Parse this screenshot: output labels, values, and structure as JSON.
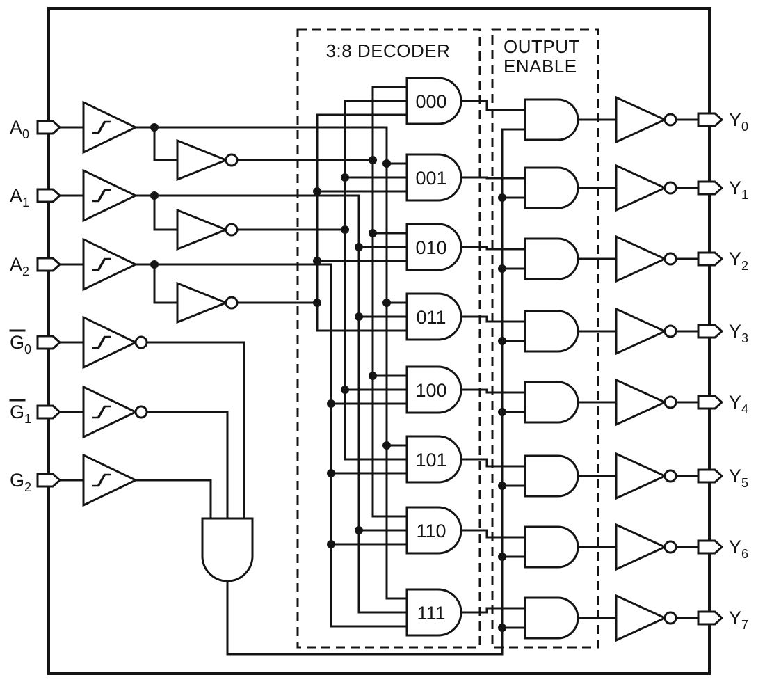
{
  "diagram": {
    "decoder_box_label": "3:8 DECODER",
    "output_enable_line1": "OUTPUT",
    "output_enable_line2": "ENABLE"
  },
  "inputs": [
    {
      "main": "A",
      "sub": "0",
      "overline": false
    },
    {
      "main": "A",
      "sub": "1",
      "overline": false
    },
    {
      "main": "A",
      "sub": "2",
      "overline": false
    },
    {
      "main": "G",
      "sub": "0",
      "overline": true
    },
    {
      "main": "G",
      "sub": "1",
      "overline": true
    },
    {
      "main": "G",
      "sub": "2",
      "overline": false
    }
  ],
  "decoder_gates": [
    {
      "code": "000"
    },
    {
      "code": "001"
    },
    {
      "code": "010"
    },
    {
      "code": "011"
    },
    {
      "code": "100"
    },
    {
      "code": "101"
    },
    {
      "code": "110"
    },
    {
      "code": "111"
    }
  ],
  "outputs": [
    {
      "main": "Y",
      "sub": "0"
    },
    {
      "main": "Y",
      "sub": "1"
    },
    {
      "main": "Y",
      "sub": "2"
    },
    {
      "main": "Y",
      "sub": "3"
    },
    {
      "main": "Y",
      "sub": "4"
    },
    {
      "main": "Y",
      "sub": "5"
    },
    {
      "main": "Y",
      "sub": "6"
    },
    {
      "main": "Y",
      "sub": "7"
    }
  ],
  "colors": {
    "line": "#141414",
    "background": "#ffffff"
  }
}
